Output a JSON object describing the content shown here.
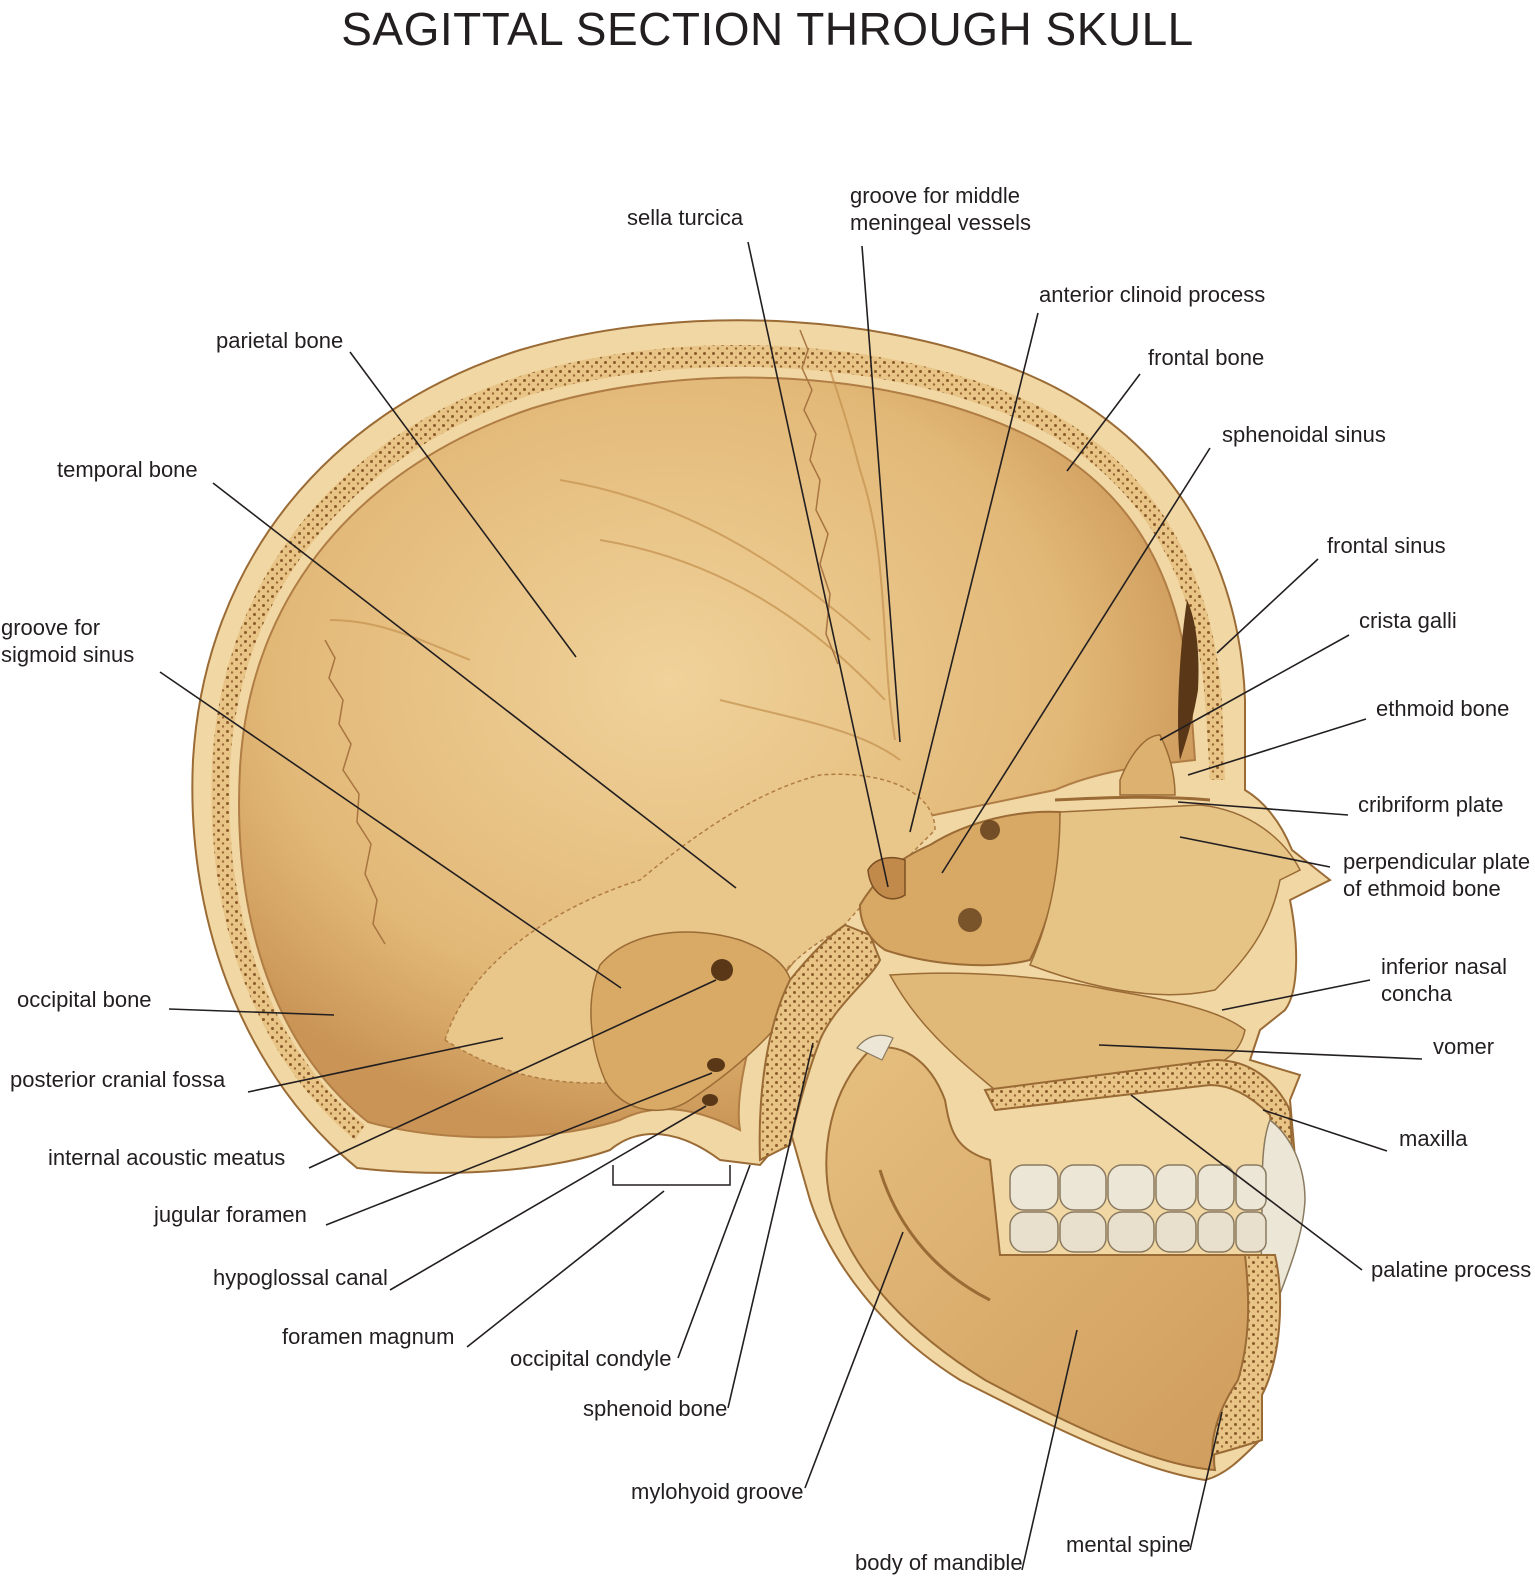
{
  "title": "SAGITTAL SECTION THROUGH SKULL",
  "colors": {
    "bone": "#e0b978",
    "bone_light": "#efd3a0",
    "bone_dark": "#b8844a",
    "cortex": "#f1d7a4",
    "marrow_dots": "#8a5a2a",
    "tooth": "#ece6d6",
    "leader": "#231f20"
  },
  "labels": {
    "sella_turcica": "sella turcica",
    "groove_middle_meningeal": "groove for middle\nmeningeal vessels",
    "anterior_clinoid_process": "anterior clinoid process",
    "parietal_bone": "parietal bone",
    "frontal_bone": "frontal bone",
    "sphenoidal_sinus": "sphenoidal sinus",
    "temporal_bone": "temporal bone",
    "frontal_sinus": "frontal sinus",
    "groove_sigmoid_sinus": "groove for\nsigmoid sinus",
    "crista_galli": "crista galli",
    "ethmoid_bone": "ethmoid bone",
    "cribriform_plate": "cribriform plate",
    "perpendicular_plate": "perpendicular plate\nof ethmoid bone",
    "inferior_nasal_concha": "inferior nasal\nconcha",
    "occipital_bone": "occipital bone",
    "vomer": "vomer",
    "posterior_cranial_fossa": "posterior cranial fossa",
    "maxilla": "maxilla",
    "internal_acoustic_meatus": "internal acoustic meatus",
    "jugular_foramen": "jugular foramen",
    "palatine_process": "palatine process",
    "hypoglossal_canal": "hypoglossal canal",
    "foramen_magnum": "foramen magnum",
    "occipital_condyle": "occipital condyle",
    "sphenoid_bone": "sphenoid bone",
    "mylohyoid_groove": "mylohyoid groove",
    "body_of_mandible": "body of mandible",
    "mental_spine": "mental spine"
  }
}
